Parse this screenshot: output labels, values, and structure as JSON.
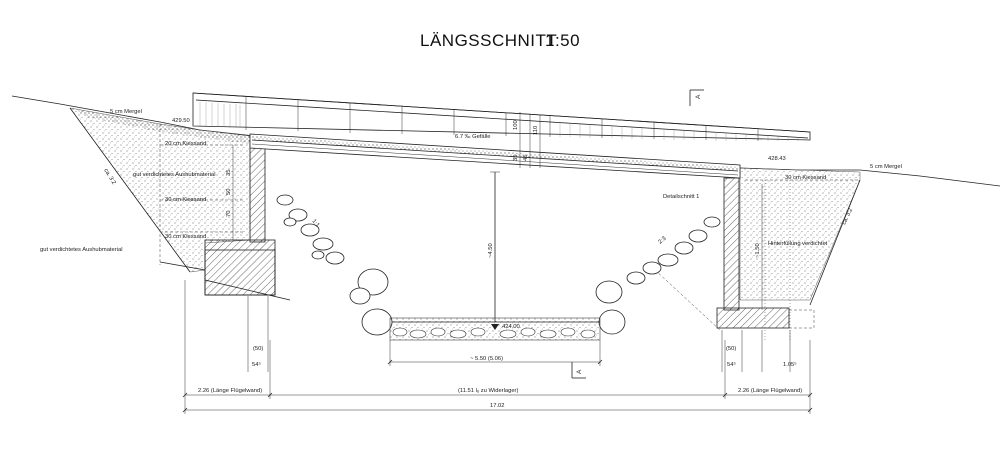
{
  "title": "LÄNGSSCHNITT",
  "scale": "1:50",
  "section_marker": "A",
  "labels": {
    "mergel_left": "5 cm Mergel",
    "mergel_right": "5 cm Mergel",
    "elev_left": "429.50",
    "elev_right": "428.43",
    "kiessand_left_top": "20 cm Kiessand",
    "kiessand_left_mid": "30 cm Kiessand",
    "kiessand_left_low": "30 cm Kiessand",
    "kiessand_right": "30 cm Kiessand",
    "aushub_upper": "gut verdichtetes Aushubmaterial",
    "aushub_lower": "gut verdichtetes Aushubmaterial",
    "gefaelle": "6.7 ‰ Gefälle",
    "detailschnitt": "Detailschnitt 1",
    "hinterfuellung": "Hinterfüllung verdichtet",
    "riverbed": "424.00",
    "slope_left": "1:1",
    "slope_right": "2:3",
    "slope_ca_left": "ca. 3:2",
    "slope_ca_right": "ca. 3:2",
    "dim_height_center": "~4.50",
    "dim_height_right": "~1.50",
    "dim_35": "35",
    "dim_50": "50",
    "dim_70": "70",
    "dim_deck_35": "35",
    "dim_deck_45": "45",
    "dim_deck_100": "100",
    "dim_deck_110": "110",
    "dim_50_left": "(50)",
    "dim_50_right": "(50)",
    "dim_54_left": "54⁵",
    "dim_54_right": "54⁵",
    "dim_105": "1.05⁵",
    "span_channel": "~ 5.50  (5.06)",
    "wing_left": "2.26 (Länge Flügelwand)",
    "span_abutments": "(11.51 lᵤ zu Widerlager)",
    "wing_right": "2.26 (Länge Flügelwand)",
    "total": "17.02"
  }
}
